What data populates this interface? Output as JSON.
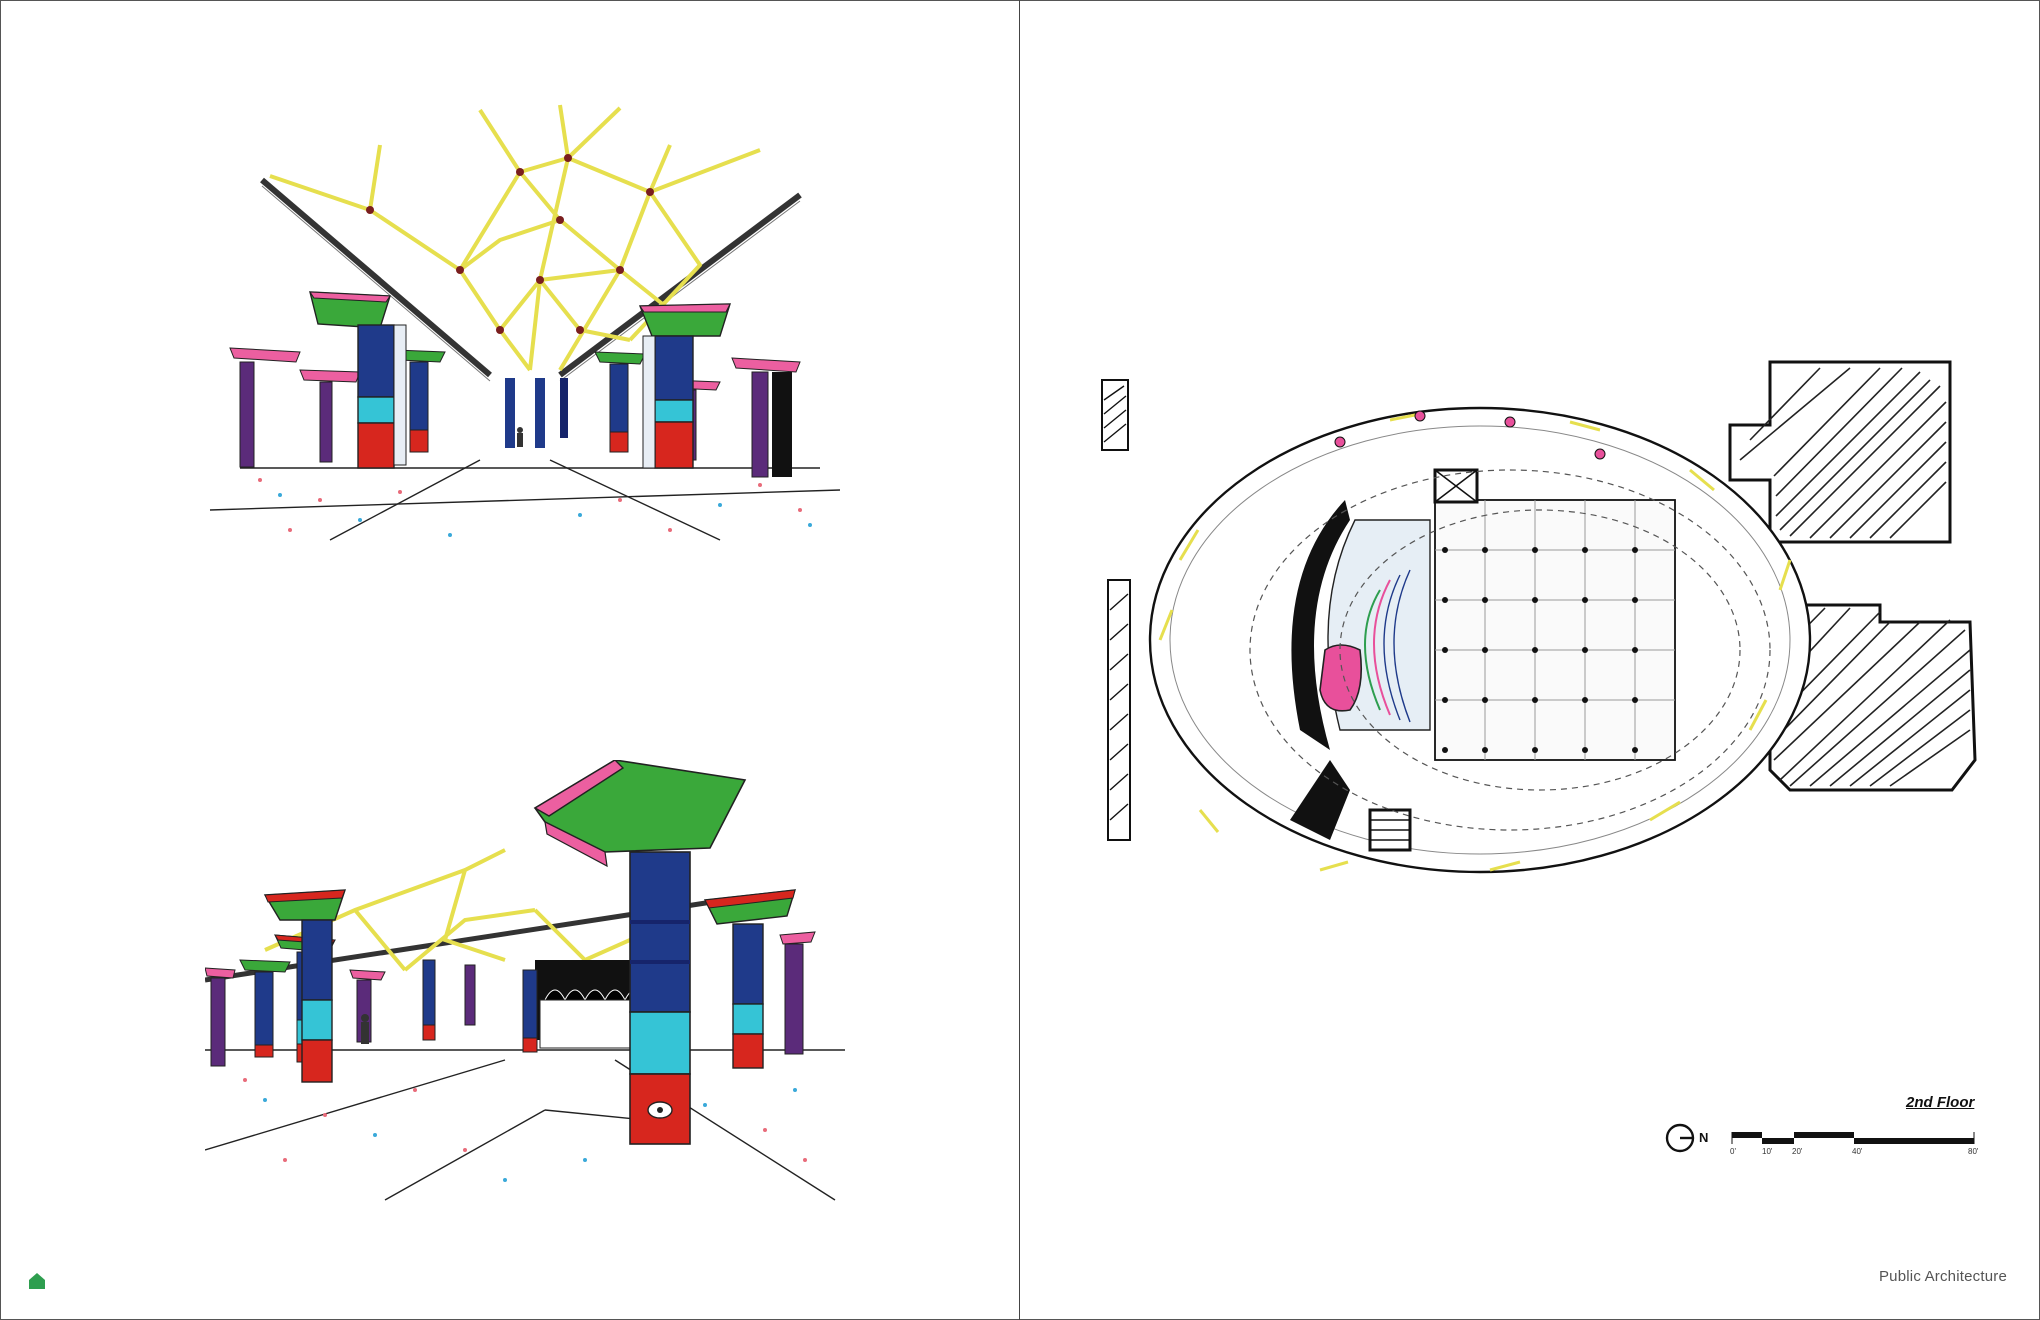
{
  "page": {
    "footer_label": "Public Architecture",
    "home_icon": "home-icon",
    "accent_color": "#2e9e4f"
  },
  "plan": {
    "title": "2nd Floor",
    "north_label": "N",
    "scale_ticks": [
      "0'",
      "10'",
      "20'",
      "40'",
      "80'"
    ]
  },
  "sketches": {
    "perspective_top": "perspective-sketch-top",
    "perspective_bottom": "perspective-sketch-bottom",
    "floor_plan": "floor-plan-drawing"
  },
  "palette": {
    "column_red": "#d7261e",
    "column_blue": "#1f3a8a",
    "column_navy": "#16246b",
    "column_cyan": "#35c4d6",
    "column_green": "#3aa83a",
    "column_pink": "#ec5fa0",
    "column_purple": "#5b2b7a",
    "truss_yellow": "#e6df4e",
    "auditorium_pink": "#e8509b"
  }
}
